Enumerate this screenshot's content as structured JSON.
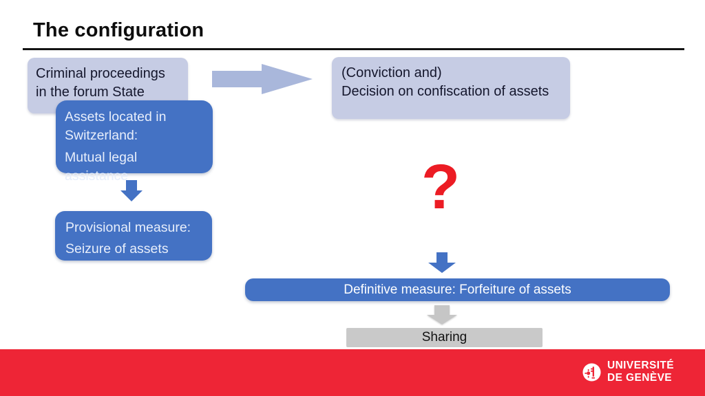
{
  "slide": {
    "title": "The configuration"
  },
  "diagram": {
    "criminal_box": {
      "lines": [
        "Criminal proceedings",
        "in the forum State"
      ]
    },
    "conviction_box": {
      "lines": [
        "(Conviction and)",
        "Decision on confiscation of assets"
      ]
    },
    "assets_box": {
      "para1": [
        "Assets located in",
        "Switzerland:"
      ],
      "para2": "Mutual legal assistance"
    },
    "provisional_box": {
      "lines": [
        "Provisional measure:",
        "Seizure of assets"
      ]
    },
    "question_mark": "?",
    "definitive_bar": "Definitive measure: Forfeiture of assets",
    "sharing_box": "Sharing"
  },
  "footer": {
    "university_line1": "UNIVERSITÉ",
    "university_line2": "DE GENÈVE"
  },
  "icons": {
    "right_arrow": "right-arrow-icon",
    "down_arrow_blue": "down-arrow-icon",
    "down_arrow_gray": "down-arrow-icon",
    "seal": "unige-seal-icon"
  },
  "colors": {
    "lavender": "#c6cce4",
    "arrow_light": "#a9b7db",
    "blue": "#4472c4",
    "blue_text": "#e7eefb",
    "red_accent": "#ec1c24",
    "footer_red": "#ee2536",
    "gray": "#c9c9c9",
    "gray_arrow": "#c6c6c6"
  }
}
